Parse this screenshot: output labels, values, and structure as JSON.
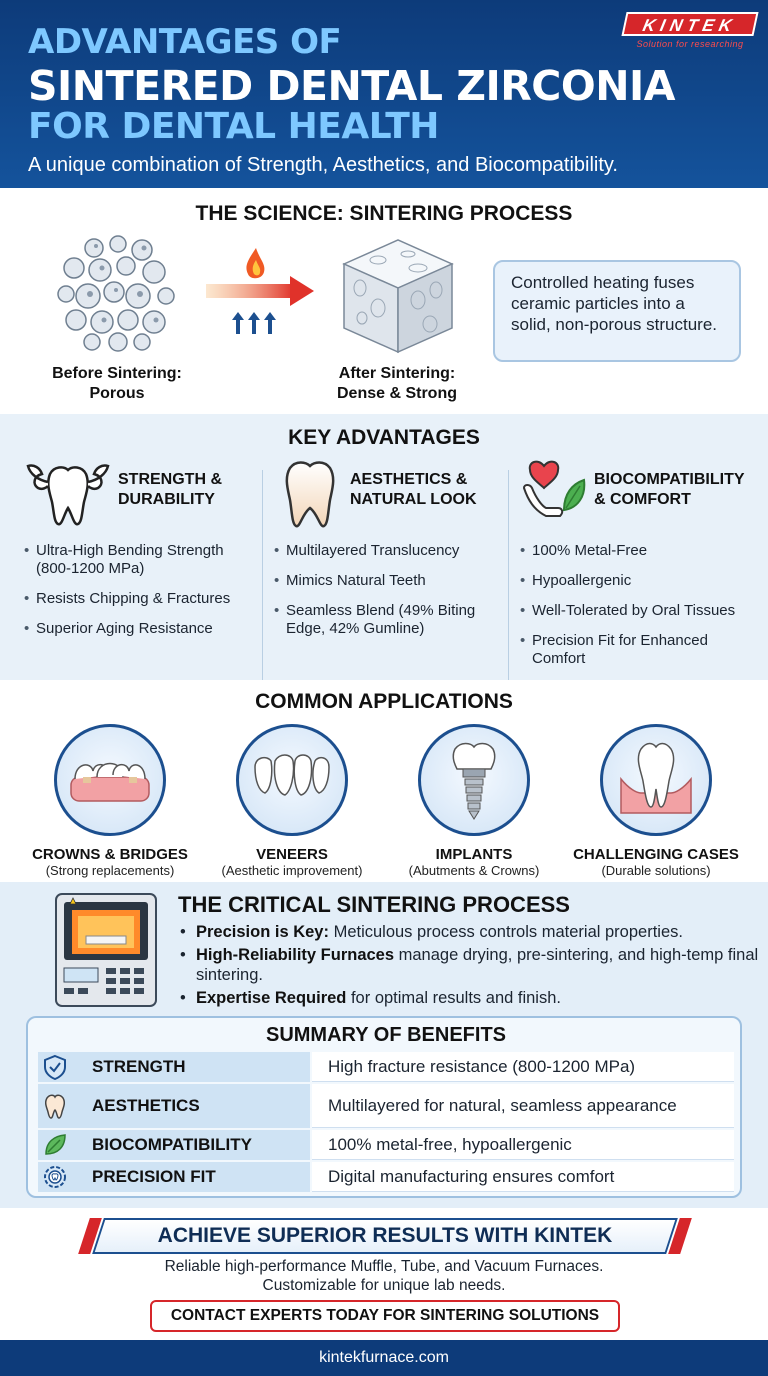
{
  "header": {
    "title_line1": "ADVANTAGES OF",
    "title_line2": "SINTERED DENTAL ZIRCONIA",
    "title_line3": "FOR DENTAL HEALTH",
    "subtitle": "A unique combination of Strength, Aesthetics, and Biocompatibility.",
    "logo_text": "KINTEK",
    "logo_tagline": "Solution for researching"
  },
  "science": {
    "title": "THE SCIENCE: SINTERING PROCESS",
    "before_line1": "Before Sintering:",
    "before_line2": "Porous",
    "after_line1": "After Sintering:",
    "after_line2": "Dense & Strong",
    "description": "Controlled heating fuses ceramic particles into a solid, non-porous structure."
  },
  "advantages": {
    "title": "KEY ADVANTAGES",
    "columns": [
      {
        "icon": "strong-tooth-icon",
        "title_line1": "STRENGTH &",
        "title_line2": "DURABILITY",
        "items": [
          "Ultra-High Bending Strength (800-1200 MPa)",
          "Resists Chipping & Fractures",
          "Superior Aging Resistance"
        ]
      },
      {
        "icon": "tooth-icon",
        "title_line1": "AESTHETICS &",
        "title_line2": "NATURAL LOOK",
        "items": [
          "Multilayered Translucency",
          "Mimics Natural Teeth",
          "Seamless Blend (49% Biting Edge, 42% Gumline)"
        ]
      },
      {
        "icon": "heart-hand-leaf-icon",
        "title_line1": "BIOCOMPATIBILITY",
        "title_line2": "& COMFORT",
        "items": [
          "100% Metal-Free",
          "Hypoallergenic",
          "Well-Tolerated by Oral Tissues",
          "Precision Fit for Enhanced Comfort"
        ]
      }
    ]
  },
  "applications": {
    "title": "COMMON APPLICATIONS",
    "items": [
      {
        "icon": "crowns-bridge-icon",
        "title": "CROWNS & BRIDGES",
        "desc": "(Strong replacements)"
      },
      {
        "icon": "veneers-icon",
        "title": "VENEERS",
        "desc": "(Aesthetic improvement)"
      },
      {
        "icon": "implant-icon",
        "title": "IMPLANTS",
        "desc": "(Abutments & Crowns)"
      },
      {
        "icon": "tooth-gum-icon",
        "title": "CHALLENGING CASES",
        "desc": "(Durable solutions)"
      }
    ]
  },
  "process": {
    "title": "THE CRITICAL SINTERING PROCESS",
    "points": [
      {
        "bold": "Precision is Key:",
        "text": " Meticulous process controls material properties."
      },
      {
        "bold": "High-Reliability Furnaces",
        "text": " manage drying, pre-sintering, and high-temp final sintering."
      },
      {
        "bold": "Expertise Required",
        "text": " for optimal results and finish."
      }
    ]
  },
  "summary": {
    "title": "SUMMARY OF BENEFITS",
    "rows": [
      {
        "icon": "shield-icon",
        "label": "STRENGTH",
        "value": "High fracture resistance (800-1200 MPa)"
      },
      {
        "icon": "tooth-icon",
        "label": "AESTHETICS",
        "value": "Multilayered for natural, seamless appearance"
      },
      {
        "icon": "leaf-icon",
        "label": "BIOCOMPATIBILITY",
        "value": "100% metal-free, hypoallergenic"
      },
      {
        "icon": "gear-tooth-icon",
        "label": "PRECISION FIT",
        "value": "Digital manufacturing ensures comfort"
      }
    ]
  },
  "cta": {
    "banner": "ACHIEVE SUPERIOR RESULTS WITH KINTEK",
    "line1": "Reliable high-performance Muffle, Tube, and Vacuum Furnaces.",
    "line2": "Customizable for unique lab needs.",
    "button": "CONTACT EXPERTS TODAY FOR SINTERING SOLUTIONS"
  },
  "footer": {
    "url": "kintekfurnace.com"
  }
}
